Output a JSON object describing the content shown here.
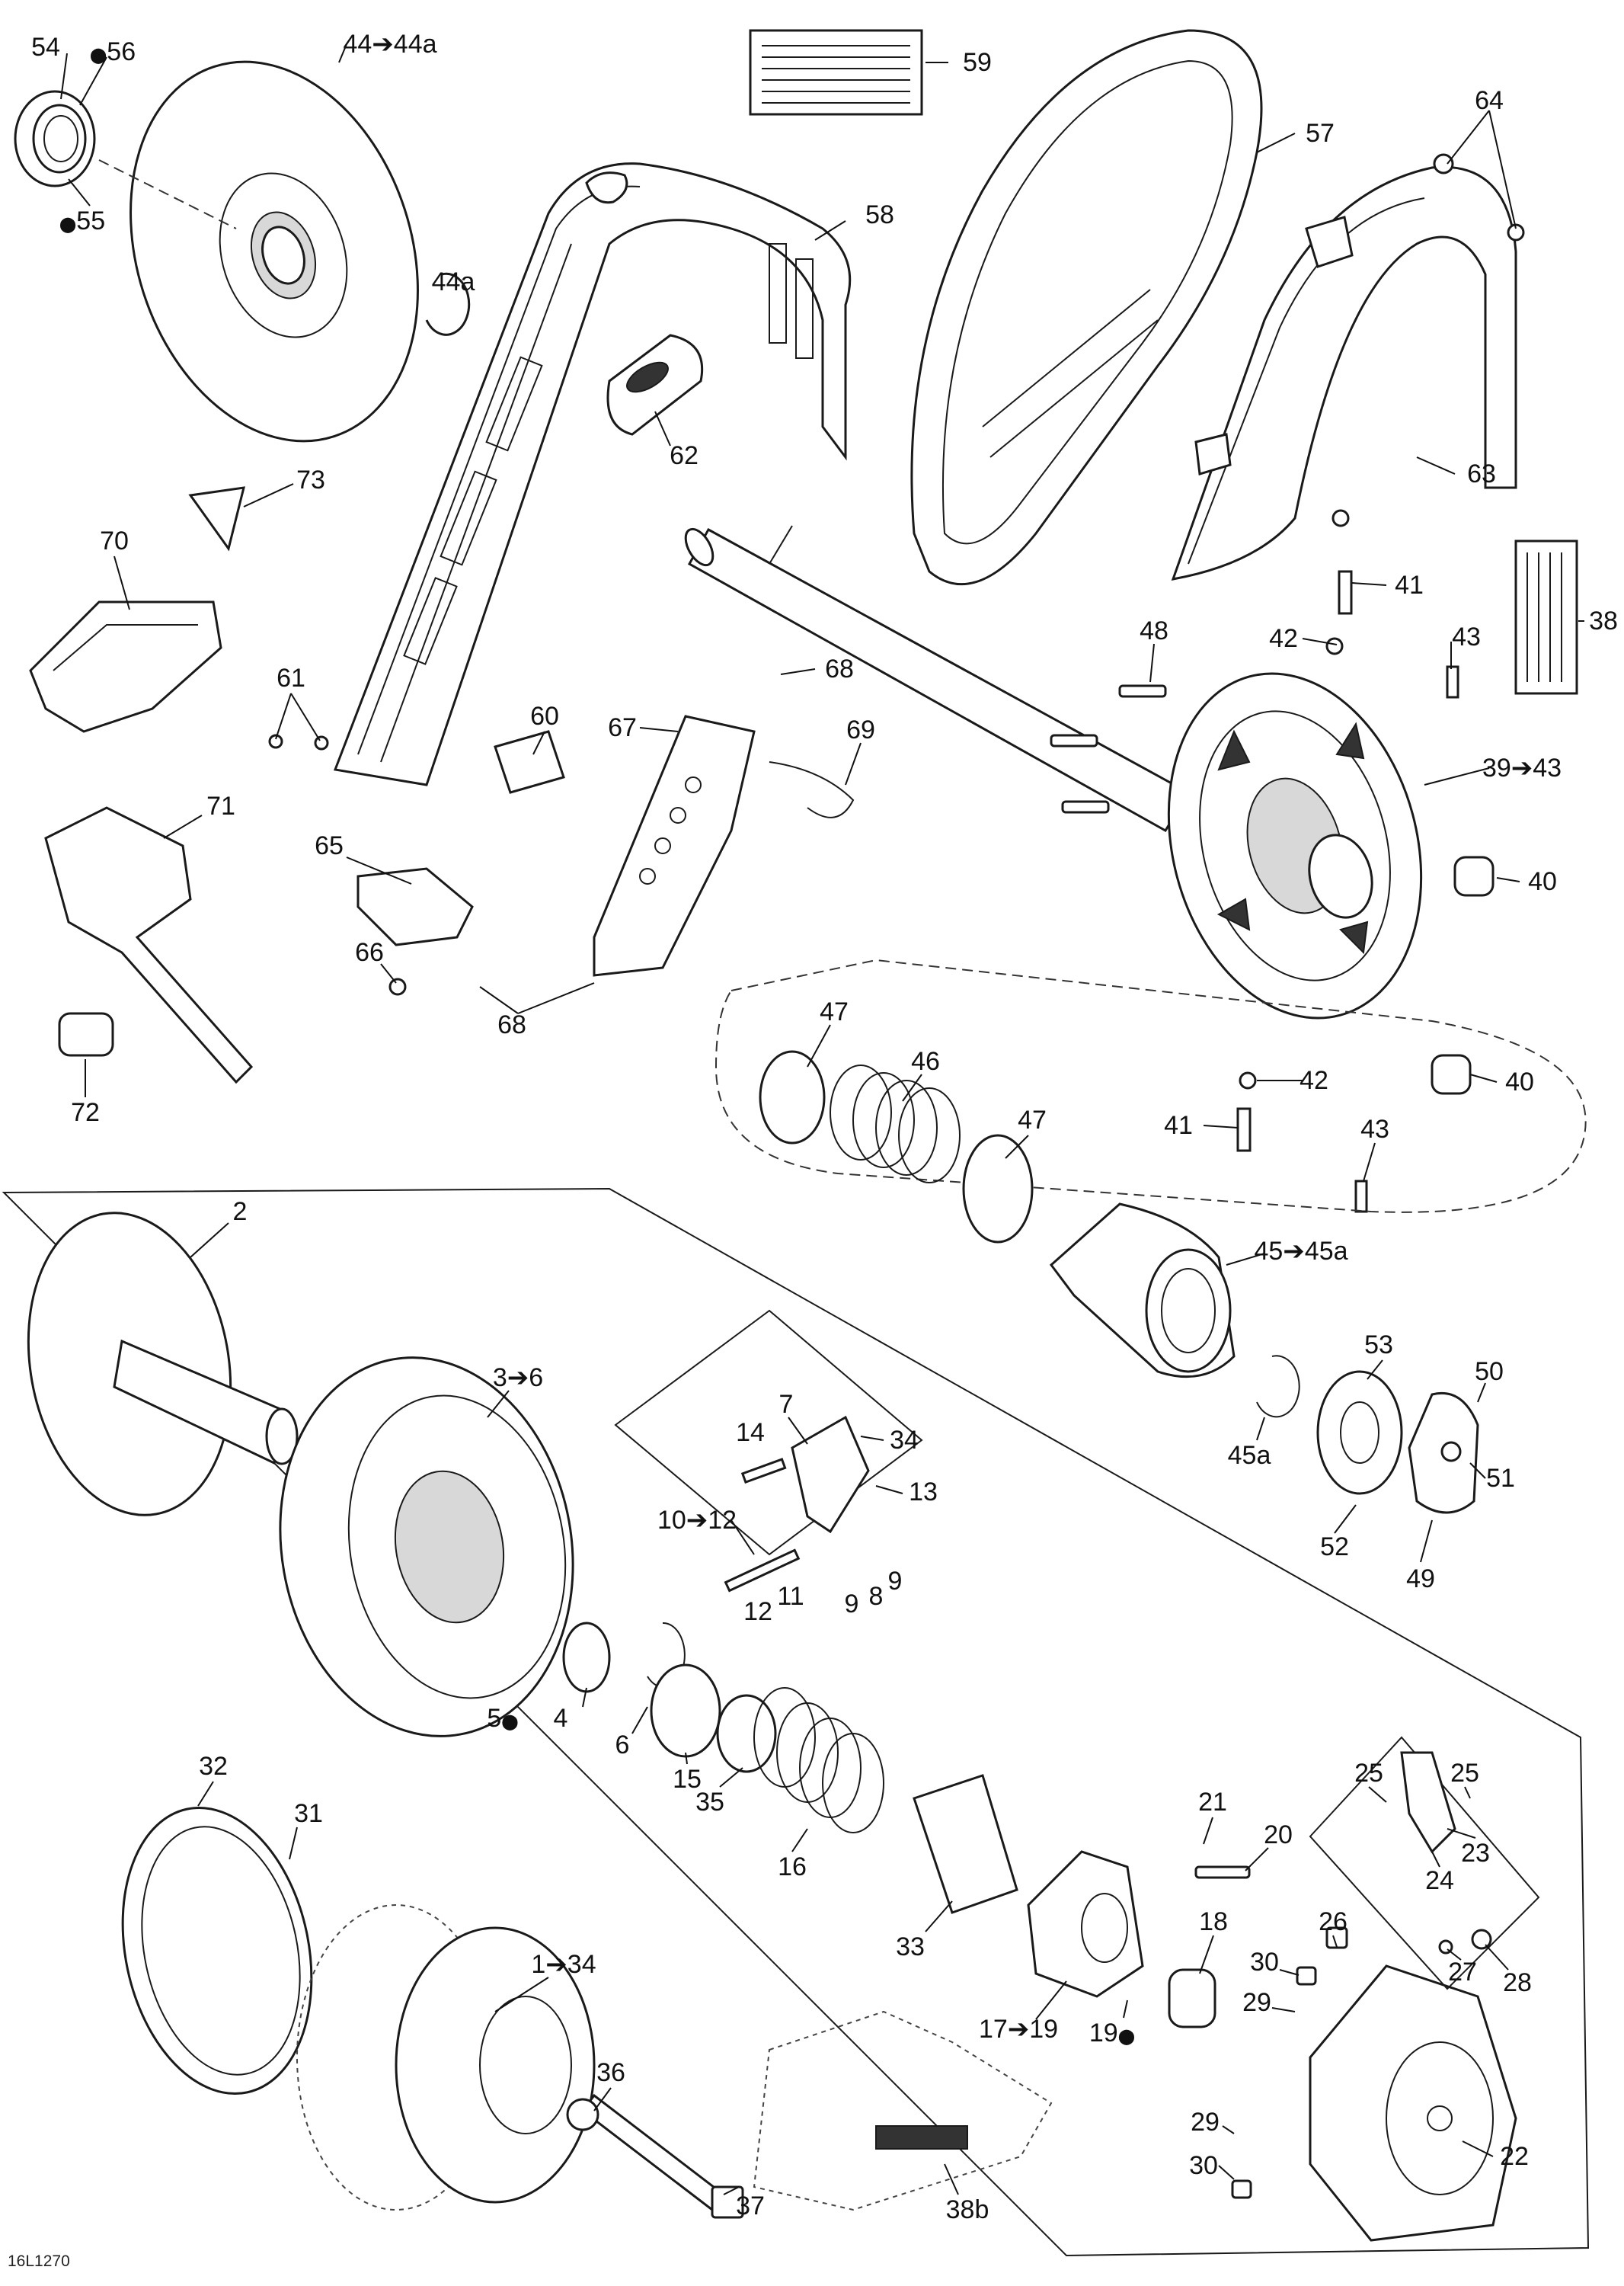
{
  "reference_code": "16L1270",
  "callouts": [
    {
      "id": "c54",
      "text": "54"
    },
    {
      "id": "c56",
      "text": "56",
      "drop": "before"
    },
    {
      "id": "c55",
      "text": "55",
      "drop": "before"
    },
    {
      "id": "c44",
      "text": "44➔44a"
    },
    {
      "id": "c44a",
      "text": "44a"
    },
    {
      "id": "c59",
      "text": "59"
    },
    {
      "id": "c57",
      "text": "57"
    },
    {
      "id": "c64",
      "text": "64"
    },
    {
      "id": "c58",
      "text": "58"
    },
    {
      "id": "c62",
      "text": "62"
    },
    {
      "id": "c63",
      "text": "63"
    },
    {
      "id": "c38",
      "text": "38"
    },
    {
      "id": "c73",
      "text": "73"
    },
    {
      "id": "c70",
      "text": "70"
    },
    {
      "id": "c41a",
      "text": "41"
    },
    {
      "id": "c42a",
      "text": "42"
    },
    {
      "id": "c43a",
      "text": "43"
    },
    {
      "id": "c48",
      "text": "48"
    },
    {
      "id": "c61",
      "text": "61"
    },
    {
      "id": "c68a",
      "text": "68"
    },
    {
      "id": "c67",
      "text": "67"
    },
    {
      "id": "c69",
      "text": "69"
    },
    {
      "id": "c60",
      "text": "60"
    },
    {
      "id": "c39",
      "text": "39➔43"
    },
    {
      "id": "c71",
      "text": "71"
    },
    {
      "id": "c65",
      "text": "65"
    },
    {
      "id": "c40a",
      "text": "40"
    },
    {
      "id": "c66",
      "text": "66"
    },
    {
      "id": "c68b",
      "text": "68"
    },
    {
      "id": "c72",
      "text": "72"
    },
    {
      "id": "c47a",
      "text": "47"
    },
    {
      "id": "c46",
      "text": "46"
    },
    {
      "id": "c47b",
      "text": "47"
    },
    {
      "id": "c42b",
      "text": "42"
    },
    {
      "id": "c40b",
      "text": "40"
    },
    {
      "id": "c41b",
      "text": "41"
    },
    {
      "id": "c43b",
      "text": "43"
    },
    {
      "id": "c2",
      "text": "2"
    },
    {
      "id": "c45",
      "text": "45➔45a"
    },
    {
      "id": "c36a",
      "text": "3➔6"
    },
    {
      "id": "c7",
      "text": "7"
    },
    {
      "id": "c14",
      "text": "14"
    },
    {
      "id": "c34a",
      "text": "34"
    },
    {
      "id": "c13",
      "text": "13"
    },
    {
      "id": "c53",
      "text": "53"
    },
    {
      "id": "c50",
      "text": "50"
    },
    {
      "id": "c1012",
      "text": "10➔12"
    },
    {
      "id": "c45a",
      "text": "45a"
    },
    {
      "id": "c51",
      "text": "51"
    },
    {
      "id": "c12",
      "text": "12"
    },
    {
      "id": "c11",
      "text": "11"
    },
    {
      "id": "c9a",
      "text": "9"
    },
    {
      "id": "c8",
      "text": "8"
    },
    {
      "id": "c9b",
      "text": "9"
    },
    {
      "id": "c52",
      "text": "52"
    },
    {
      "id": "c49",
      "text": "49"
    },
    {
      "id": "c5",
      "text": "5",
      "drop": "after"
    },
    {
      "id": "c4",
      "text": "4"
    },
    {
      "id": "c6",
      "text": "6"
    },
    {
      "id": "c15",
      "text": "15"
    },
    {
      "id": "c35",
      "text": "35"
    },
    {
      "id": "c25a",
      "text": "25"
    },
    {
      "id": "c25b",
      "text": "25"
    },
    {
      "id": "c32",
      "text": "32"
    },
    {
      "id": "c31",
      "text": "31"
    },
    {
      "id": "c16",
      "text": "16"
    },
    {
      "id": "c23",
      "text": "23"
    },
    {
      "id": "c24",
      "text": "24"
    },
    {
      "id": "c21",
      "text": "21"
    },
    {
      "id": "c20",
      "text": "20"
    },
    {
      "id": "c33",
      "text": "33"
    },
    {
      "id": "c134",
      "text": "1➔34"
    },
    {
      "id": "c18",
      "text": "18"
    },
    {
      "id": "c26",
      "text": "26"
    },
    {
      "id": "c30a",
      "text": "30"
    },
    {
      "id": "c29a",
      "text": "29"
    },
    {
      "id": "c27",
      "text": "27"
    },
    {
      "id": "c28",
      "text": "28"
    },
    {
      "id": "c1719",
      "text": "17➔19"
    },
    {
      "id": "c19",
      "text": "19",
      "drop": "after"
    },
    {
      "id": "c36",
      "text": "36"
    },
    {
      "id": "c29b",
      "text": "29"
    },
    {
      "id": "c30b",
      "text": "30"
    },
    {
      "id": "c22",
      "text": "22"
    },
    {
      "id": "c37",
      "text": "37"
    },
    {
      "id": "c38b",
      "text": "38b"
    }
  ]
}
